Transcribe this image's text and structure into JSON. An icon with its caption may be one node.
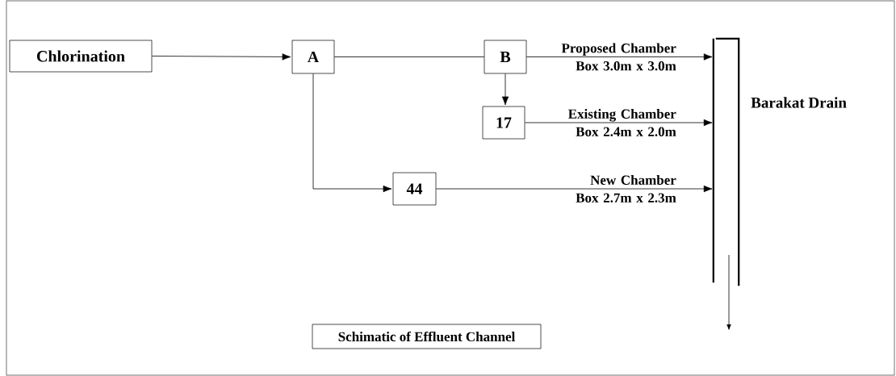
{
  "diagram": {
    "nodes": [
      {
        "text": [
          "Chlorination"
        ]
      },
      {
        "text": [
          "A"
        ]
      },
      {
        "text": [
          "B"
        ]
      },
      {
        "text": [
          "17"
        ]
      },
      {
        "text": [
          "44"
        ]
      },
      {
        "text": [
          "Barakat Drain"
        ]
      },
      {
        "text": [
          "Schimatic of Effluent Channel"
        ]
      }
    ],
    "edges": [
      {
        "from": 0,
        "to": 1,
        "arrow": "to"
      },
      {
        "from": 1,
        "to": 2,
        "arrow": "none"
      },
      {
        "from": 2,
        "to": 5,
        "arrow": "to",
        "label": "Proposed Chamber Box 3.0m x 3.0m"
      },
      {
        "from": 2,
        "to": 3,
        "arrow": "to"
      },
      {
        "from": 3,
        "to": 5,
        "arrow": "to",
        "label": "Existing Chamber Box 2.4m x 2.0m"
      },
      {
        "from": 1,
        "to": 4,
        "arrow": "to"
      },
      {
        "from": 4,
        "to": 5,
        "arrow": "to",
        "label": "New Chamber Box 2.7m x 2.3m"
      }
    ]
  }
}
